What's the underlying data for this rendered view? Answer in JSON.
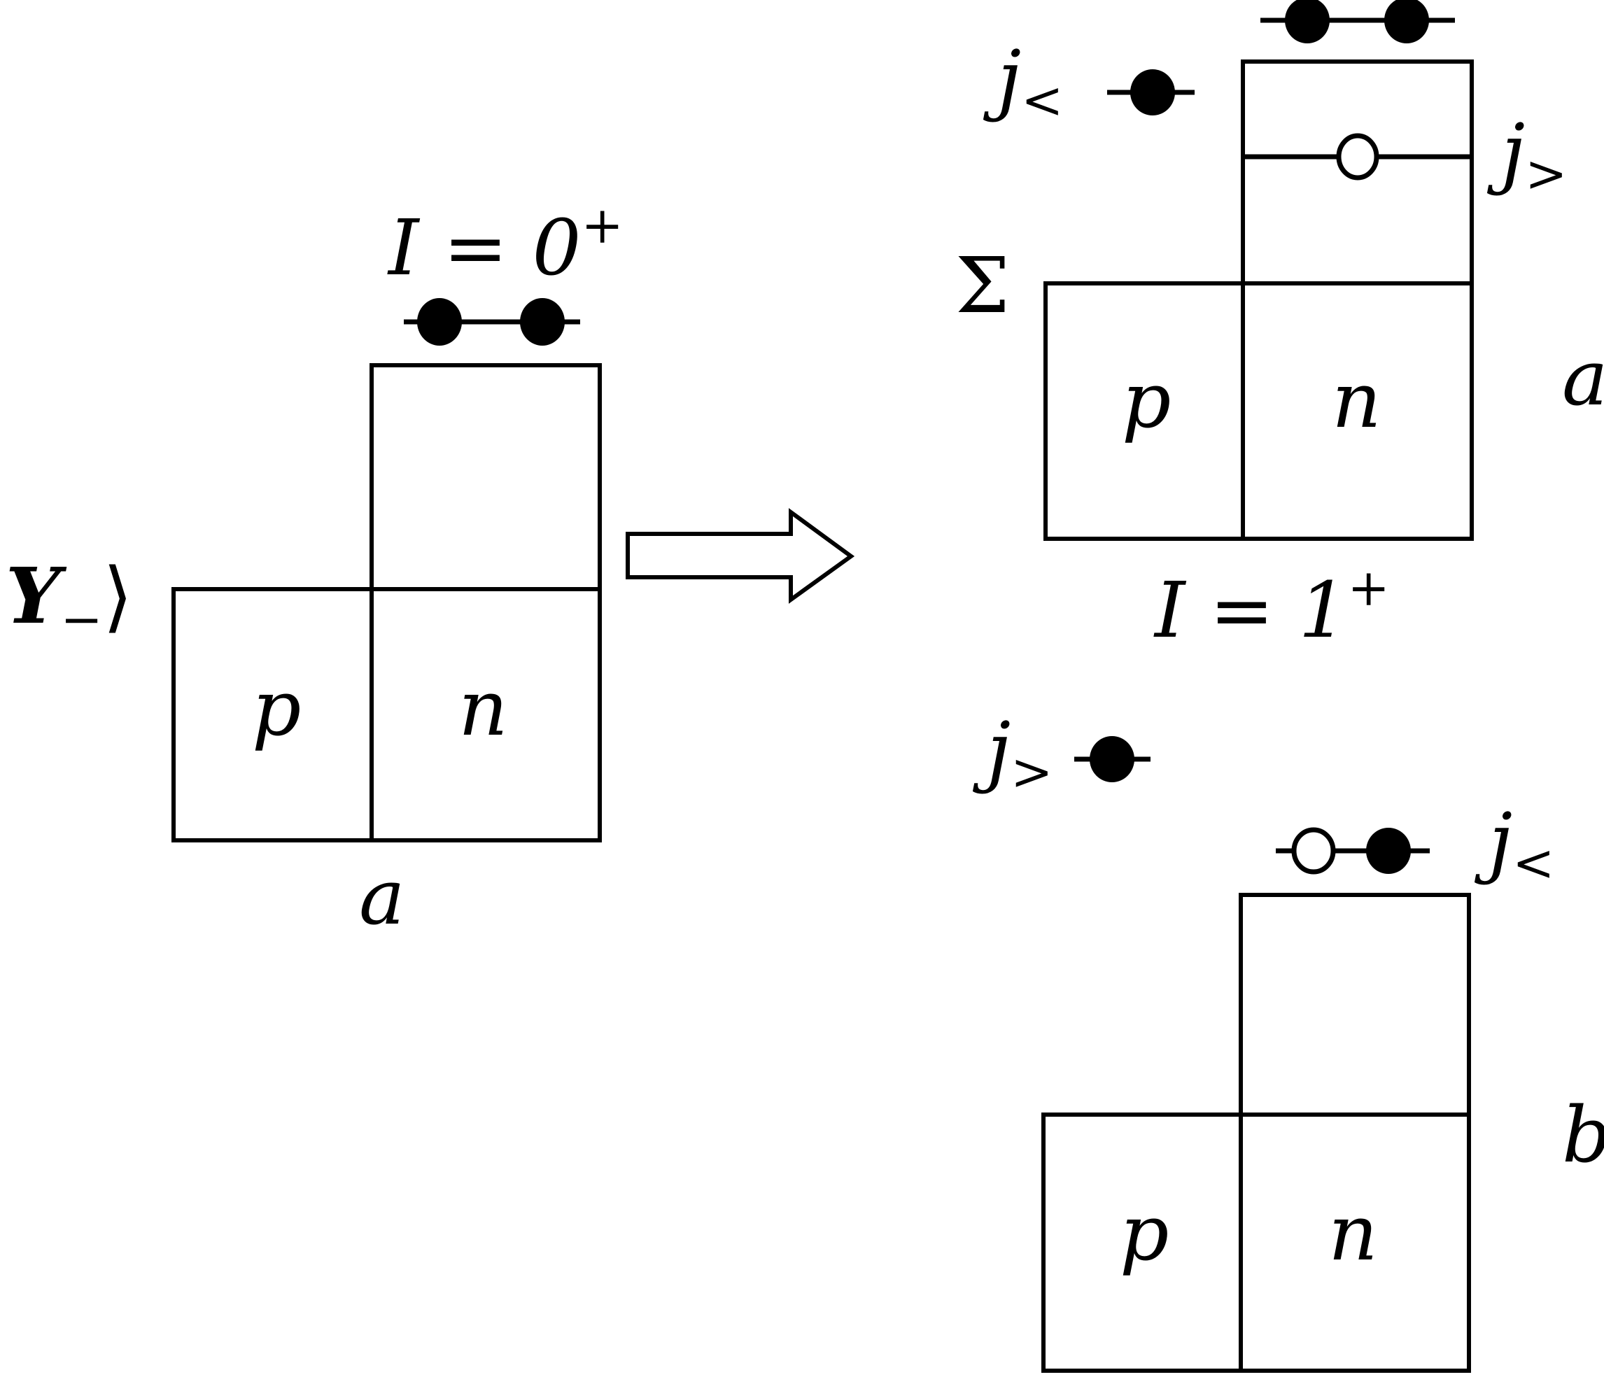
{
  "figure": {
    "left_diagram": {
      "state_label_main": "Y",
      "state_label_sub": "−",
      "state_label_close": "⟩",
      "spin_label": "I = 0",
      "spin_sup": "+",
      "proton_label": "p",
      "neutron_label": "n",
      "panel_label": "a",
      "orbital_top": [
        "filled",
        "filled"
      ]
    },
    "arrow": {
      "direction": "right"
    },
    "right_top_diagram": {
      "sigma_label": "Σ",
      "proton_label": "p",
      "neutron_label": "n",
      "panel_label": "a",
      "spin_label": "I = 1",
      "spin_sup": "+",
      "j_less_label": "j",
      "j_less_sub": "<",
      "j_greater_label": "j",
      "j_greater_sub": ">",
      "orbital_top": [
        "filled",
        "filled"
      ],
      "orbital_jless": [
        "filled"
      ],
      "orbital_inner": [
        "hole"
      ]
    },
    "right_bottom_diagram": {
      "proton_label": "p",
      "neutron_label": "n",
      "panel_label": "b",
      "j_greater_label": "j",
      "j_greater_sub": ">",
      "j_less_label": "j",
      "j_less_sub": "<",
      "orbital_jgreater": [
        "filled"
      ],
      "orbital_top": [
        "hole",
        "filled"
      ]
    }
  }
}
